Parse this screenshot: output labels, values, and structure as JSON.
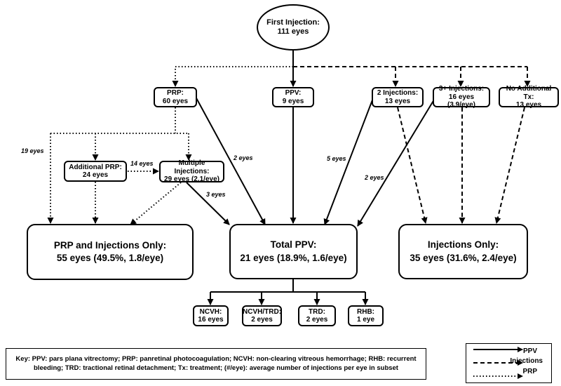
{
  "nodes": {
    "first": {
      "line1": "First Injection:",
      "line2": "111 eyes"
    },
    "prp": {
      "line1": "PRP:",
      "line2": "60 eyes"
    },
    "ppv_top": {
      "line1": "PPV:",
      "line2": "9 eyes"
    },
    "two_inj": {
      "line1": "2 Injections:",
      "line2": "13 eyes"
    },
    "three_inj": {
      "line1": "3+ Injections:",
      "line2": "16 eyes (3.9/eye)"
    },
    "no_tx": {
      "line1": "No Additional Tx:",
      "line2": "13 eyes"
    },
    "add_prp": {
      "line1": "Additional PRP:",
      "line2": "24 eyes"
    },
    "multi_inj": {
      "line1": "Multiple Injections:",
      "line2": "29 eyes (2.1/eye)"
    },
    "prp_inj_only": {
      "line1": "PRP and Injections Only:",
      "line2": "55 eyes (49.5%, 1.8/eye)"
    },
    "total_ppv": {
      "line1": "Total PPV:",
      "line2": "21 eyes (18.9%, 1.6/eye)"
    },
    "inj_only": {
      "line1": "Injections Only:",
      "line2": "35 eyes (31.6%, 2.4/eye)"
    },
    "ncvh": {
      "line1": "NCVH:",
      "line2": "16 eyes"
    },
    "ncvh_trd": {
      "line1": "NCVH/TRD:",
      "line2": "2 eyes"
    },
    "trd": {
      "line1": "TRD:",
      "line2": "2 eyes"
    },
    "rhb": {
      "line1": "RHB:",
      "line2": "1 eye"
    }
  },
  "edge_labels": {
    "prp_to_prpinj": "19 eyes",
    "add_to_multi": "14 eyes",
    "prp_to_total": "2 eyes",
    "multi_to_total": "3 eyes",
    "two_to_total": "5 eyes",
    "three_to_total": "2 eyes"
  },
  "key": {
    "line1": "Key: PPV: pars plana vitrectomy; PRP: panretinal photocoagulation; NCVH: non-clearing vitreous hemorrhage; RHB: recurrent",
    "line2": "bleeding; TRD: tractional retinal detachment; Tx: treatment; (#/eye): average number of injections per eye in subset"
  },
  "legend": {
    "solid": "PPV",
    "dashed": "Injections",
    "dotted": "PRP"
  },
  "colors": {
    "line": "#000000",
    "background": "#ffffff"
  }
}
